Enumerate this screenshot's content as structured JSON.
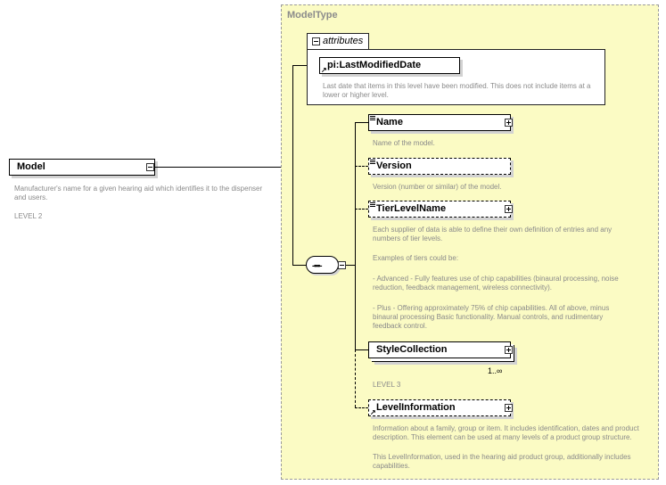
{
  "root": {
    "name": "Model",
    "doc": "Manufacturer's name for a given hearing aid which identifies it to the dispenser and users.",
    "level": "LEVEL 2"
  },
  "type": {
    "title": "ModelType",
    "attributes_label": "attributes",
    "attribute": {
      "name": "pi:LastModifiedDate",
      "doc": "Last date that items in this level have been modified. This does not include items at a lower or higher level."
    }
  },
  "children": {
    "name": {
      "label": "Name",
      "doc": "Name of the model."
    },
    "version": {
      "label": "Version",
      "doc": "Version (number or similar) of the model."
    },
    "tier": {
      "label": "TierLevelName",
      "doc1": "Each supplier of data is able to define their own definition of entries and any numbers of tier levels.",
      "doc2": "Examples of tiers could be:",
      "doc3": "- Advanced - Fully features use of chip capabilities (binaural processing, noise reduction, feedback management, wireless connectivity).",
      "doc4": "- Plus - Offering approximately 75% of chip capabilities.  All of above, minus binaural processing Basic functionality.  Manual controls, and rudimentary feedback control."
    },
    "style": {
      "label": "StyleCollection",
      "cardinality": "1..∞",
      "level": "LEVEL 3"
    },
    "level_info": {
      "label": "LevelInformation",
      "doc1": "Information about a family, group or item. It includes identification, dates and product description. This element can be used at many levels of a product group structure.",
      "doc2": "This LevelInformation, used in the hearing aid product group, additionally includes capabilities."
    }
  }
}
